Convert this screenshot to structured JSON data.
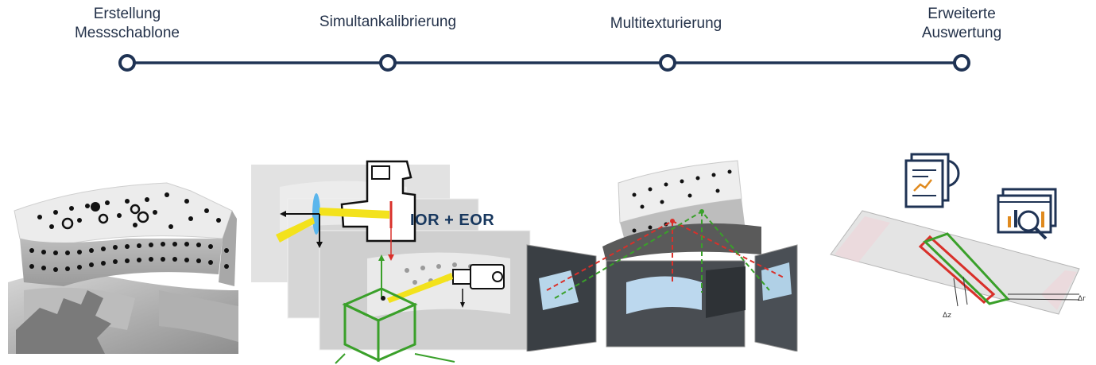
{
  "timeline": {
    "steps": [
      {
        "label_line1": "Erstellung",
        "label_line2": "Messschablone"
      },
      {
        "label_line1": "Simultankalibrierung",
        "label_line2": ""
      },
      {
        "label_line1": "Multitexturierung",
        "label_line2": ""
      },
      {
        "label_line1": "Erweiterte",
        "label_line2": "Auswertung"
      }
    ],
    "line_color": "#1f3354"
  },
  "calibration": {
    "annotation": "IOR + EOR"
  },
  "evaluation": {
    "delta_z": "Δz",
    "delta_r": "Δr"
  },
  "colors": {
    "navy": "#1f3354",
    "green": "#3aa02a",
    "red": "#d9302a",
    "yellow": "#f3e21c"
  }
}
